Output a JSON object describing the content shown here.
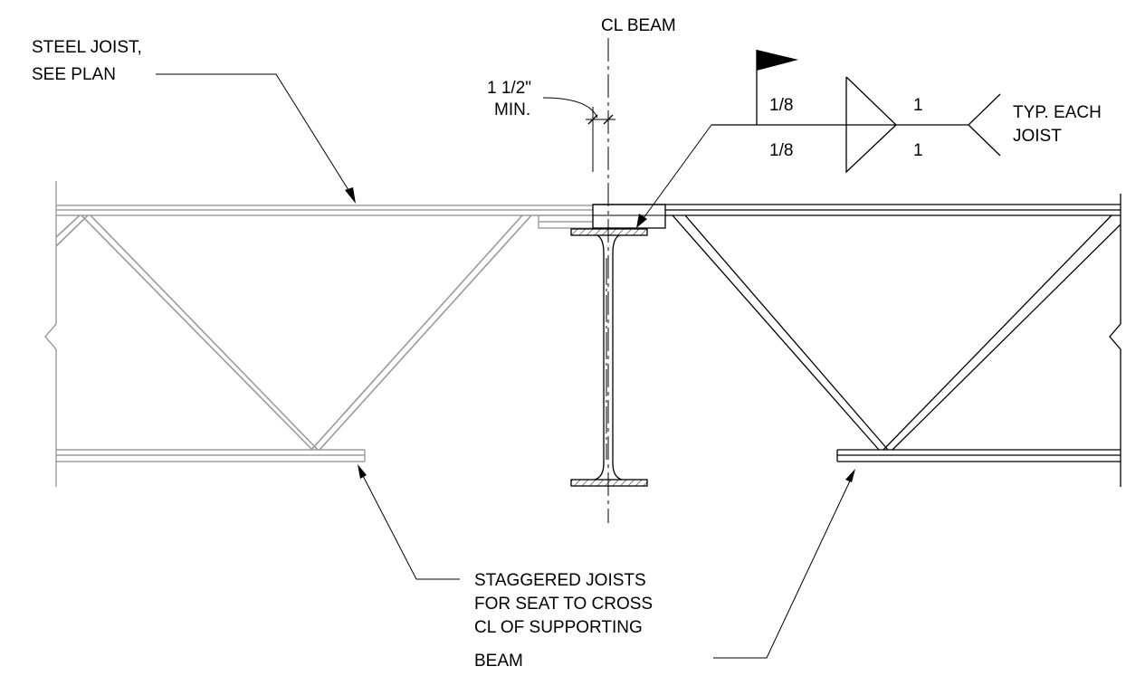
{
  "labels": {
    "cl_beam": "CL BEAM",
    "steel_joist_1": "STEEL JOIST,",
    "steel_joist_2": "SEE PLAN",
    "dim_1": "1 1/2\"",
    "dim_2": "MIN.",
    "weld_top_size": "1/8",
    "weld_bottom_size": "1/8",
    "weld_top_length": "1",
    "weld_bottom_length": "1",
    "typ_1": "TYP. EACH",
    "typ_2": "JOIST",
    "staggered_1": "STAGGERED JOISTS",
    "staggered_2": "FOR SEAT TO CROSS",
    "staggered_3": "CL OF SUPPORTING",
    "staggered_4": "BEAM"
  },
  "colors": {
    "line": "#000000",
    "faded_joist": "#8a8a8a",
    "background": "#ffffff"
  }
}
